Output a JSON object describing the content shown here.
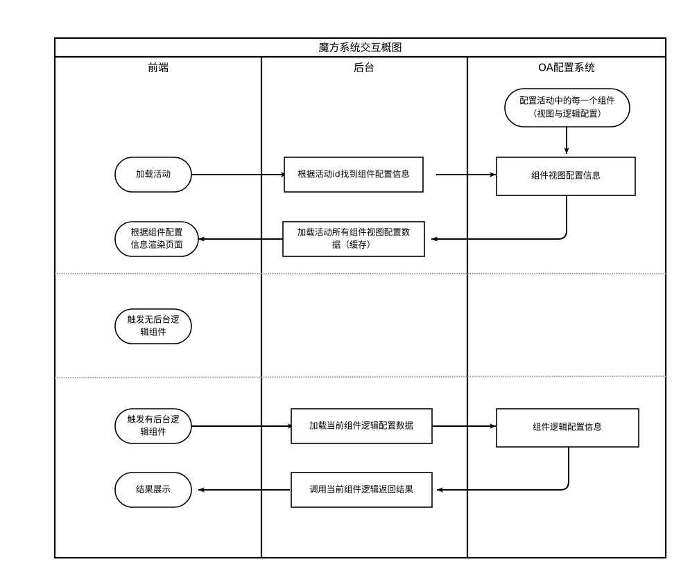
{
  "diagram": {
    "title": "魔方系统交互概图",
    "lanes": [
      {
        "id": "frontend",
        "label": "前端"
      },
      {
        "id": "backend",
        "label": "后台"
      },
      {
        "id": "oa",
        "label": "OA配置系统"
      }
    ],
    "nodes": [
      {
        "id": "oa-config-each-component",
        "shape": "rounded",
        "lane": "oa",
        "line1": "配置活动中的每一个组件",
        "line2": "（视图与逻辑配置）"
      },
      {
        "id": "load-activity",
        "shape": "rounded",
        "lane": "frontend",
        "line1": "加载活动",
        "line2": ""
      },
      {
        "id": "find-component-config-by-id",
        "shape": "rect",
        "lane": "backend",
        "line1": "根据活动id找到组件配置信息",
        "line2": ""
      },
      {
        "id": "component-view-config-info",
        "shape": "rect",
        "lane": "oa",
        "line1": "组件视图配置信息",
        "line2": ""
      },
      {
        "id": "render-page-by-component-config",
        "shape": "rounded",
        "lane": "frontend",
        "line1": "根据组件配置",
        "line2": "信息渲染页面"
      },
      {
        "id": "load-all-view-config-data",
        "shape": "rect",
        "lane": "backend",
        "line1": "加载活动所有组件视图配置数",
        "line2": "据（缓存）"
      },
      {
        "id": "trigger-no-backend-logic-component",
        "shape": "rounded",
        "lane": "frontend",
        "line1": "触发无后台逻",
        "line2": "辑组件"
      },
      {
        "id": "trigger-backend-logic-component",
        "shape": "rounded",
        "lane": "frontend",
        "line1": "触发有后台逻",
        "line2": "辑组件"
      },
      {
        "id": "load-current-component-logic-config",
        "shape": "rect",
        "lane": "backend",
        "line1": "加载当前组件逻辑配置数据",
        "line2": ""
      },
      {
        "id": "component-logic-config-info",
        "shape": "rect",
        "lane": "oa",
        "line1": "组件逻辑配置信息",
        "line2": ""
      },
      {
        "id": "result-display",
        "shape": "rounded",
        "lane": "frontend",
        "line1": "结果展示",
        "line2": ""
      },
      {
        "id": "call-current-component-logic-return-result",
        "shape": "rect",
        "lane": "backend",
        "line1": "调用当前组件逻辑返回结果",
        "line2": ""
      }
    ],
    "edges": [
      {
        "id": "edge-config-to-view-config",
        "from": "oa-config-each-component",
        "to": "component-view-config-info",
        "label": ""
      },
      {
        "id": "edge-load-activity-to-find-config",
        "from": "load-activity",
        "to": "find-component-config-by-id",
        "label": ""
      },
      {
        "id": "edge-find-config-to-view-config",
        "from": "find-component-config-by-id",
        "to": "component-view-config-info",
        "label": ""
      },
      {
        "id": "edge-view-config-to-load-all",
        "from": "component-view-config-info",
        "to": "load-all-view-config-data",
        "label": ""
      },
      {
        "id": "edge-load-all-to-render",
        "from": "load-all-view-config-data",
        "to": "render-page-by-component-config",
        "label": ""
      },
      {
        "id": "edge-trigger-backend-to-load-logic",
        "from": "trigger-backend-logic-component",
        "to": "load-current-component-logic-config",
        "label": ""
      },
      {
        "id": "edge-load-logic-to-logic-info",
        "from": "load-current-component-logic-config",
        "to": "component-logic-config-info",
        "label": ""
      },
      {
        "id": "edge-logic-info-to-call-logic",
        "from": "component-logic-config-info",
        "to": "call-current-component-logic-return-result",
        "label": ""
      },
      {
        "id": "edge-call-logic-to-result",
        "from": "call-current-component-logic-return-result",
        "to": "result-display",
        "label": ""
      }
    ],
    "separators": [
      {
        "id": "phase-separator-1"
      },
      {
        "id": "phase-separator-2"
      }
    ],
    "colors": {
      "stroke": "#000000",
      "fill": "#ffffff",
      "separator": "#999999",
      "background": "#ffffff"
    }
  }
}
